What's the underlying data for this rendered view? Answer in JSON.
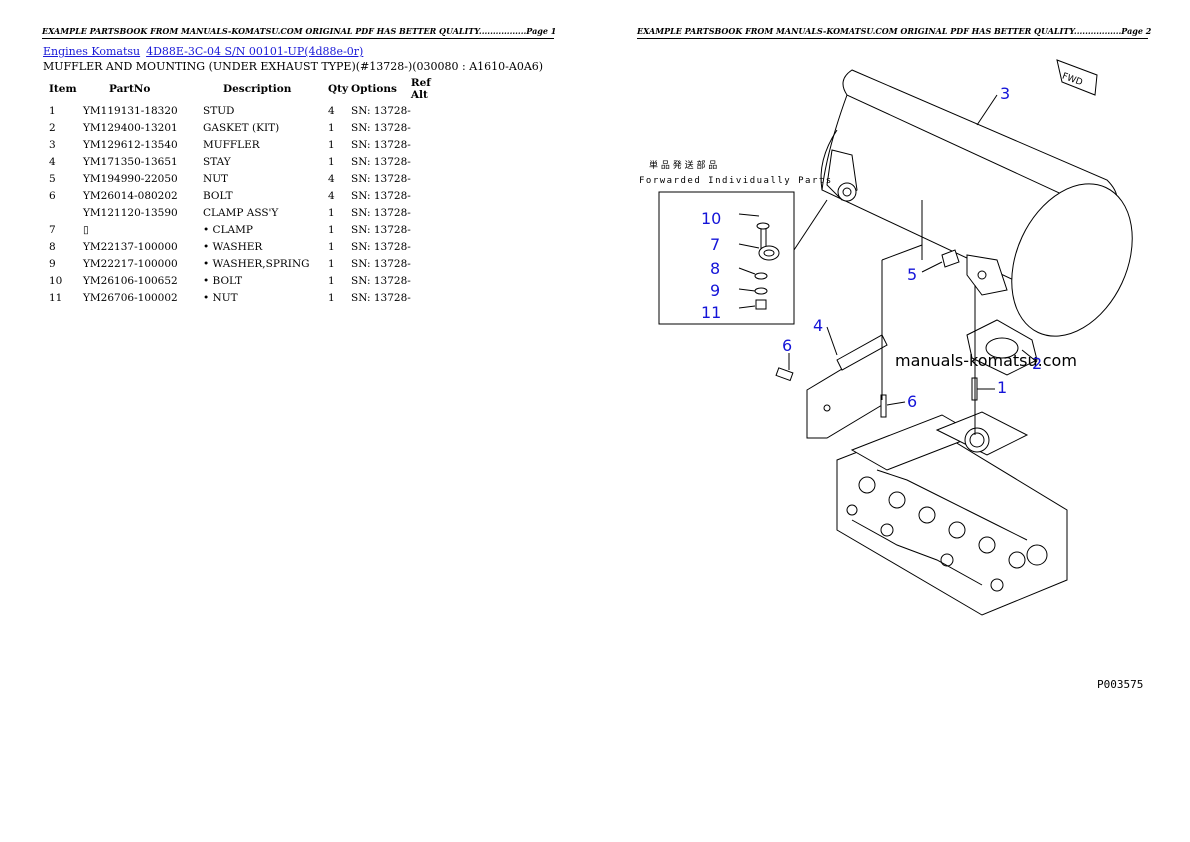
{
  "header": {
    "left": "EXAMPLE PARTSBOOK FROM MANUALS-KOMATSU.COM ORIGINAL PDF HAS BETTER QUALITY.................Page 1",
    "right": "EXAMPLE PARTSBOOK FROM MANUALS-KOMATSU.COM ORIGINAL PDF HAS BETTER QUALITY.................Page 2"
  },
  "breadcrumb": {
    "link1": "Engines Komatsu",
    "link2": "4D88E-3C-04 S/N 00101-UP(4d88e-0r)"
  },
  "section_title": "MUFFLER AND MOUNTING (UNDER EXHAUST TYPE)(#13728-)(030080 : A1610-A0A6)",
  "table": {
    "headers": {
      "item": "Item",
      "partno": "PartNo",
      "desc": "Description",
      "qty": "Qty",
      "options": "Options",
      "ref": "Ref Alt"
    },
    "rows": [
      {
        "item": "1",
        "partno": "YM119131-18320",
        "desc": "STUD",
        "qty": "4",
        "options": "SN: 13728-"
      },
      {
        "item": "2",
        "partno": "YM129400-13201",
        "desc": "GASKET (KIT)",
        "qty": "1",
        "options": "SN: 13728-"
      },
      {
        "item": "3",
        "partno": "YM129612-13540",
        "desc": "MUFFLER",
        "qty": "1",
        "options": "SN: 13728-"
      },
      {
        "item": "4",
        "partno": "YM171350-13651",
        "desc": "STAY",
        "qty": "1",
        "options": "SN: 13728-"
      },
      {
        "item": "5",
        "partno": "YM194990-22050",
        "desc": "NUT",
        "qty": "4",
        "options": "SN: 13728-"
      },
      {
        "item": "6",
        "partno": "YM26014-080202",
        "desc": "BOLT",
        "qty": "4",
        "options": "SN: 13728-"
      },
      {
        "item": "",
        "partno": "YM121120-13590",
        "desc": "CLAMP ASS'Y",
        "qty": "1",
        "options": "SN: 13728-"
      },
      {
        "item": "7",
        "partno": "▯",
        "desc": "• CLAMP",
        "qty": "1",
        "options": "SN: 13728-"
      },
      {
        "item": "8",
        "partno": "YM22137-100000",
        "desc": "• WASHER",
        "qty": "1",
        "options": "SN: 13728-"
      },
      {
        "item": "9",
        "partno": "YM22217-100000",
        "desc": "• WASHER,SPRING",
        "qty": "1",
        "options": "SN: 13728-"
      },
      {
        "item": "10",
        "partno": "YM26106-100652",
        "desc": "• BOLT",
        "qty": "1",
        "options": "SN: 13728-"
      },
      {
        "item": "11",
        "partno": "YM26706-100002",
        "desc": "• NUT",
        "qty": "1",
        "options": "SN: 13728-"
      }
    ]
  },
  "diagram": {
    "inset_jp": "単 品 発 送 部 品",
    "inset_en": "Forwarded Individually Parts",
    "watermark": "manuals-komatsu.com",
    "fwd": "FWD",
    "drawing_no": "P003575",
    "callouts": [
      "1",
      "2",
      "3",
      "4",
      "5",
      "6",
      "6",
      "7",
      "8",
      "9",
      "10",
      "11"
    ],
    "label_color": "#1414d8"
  }
}
